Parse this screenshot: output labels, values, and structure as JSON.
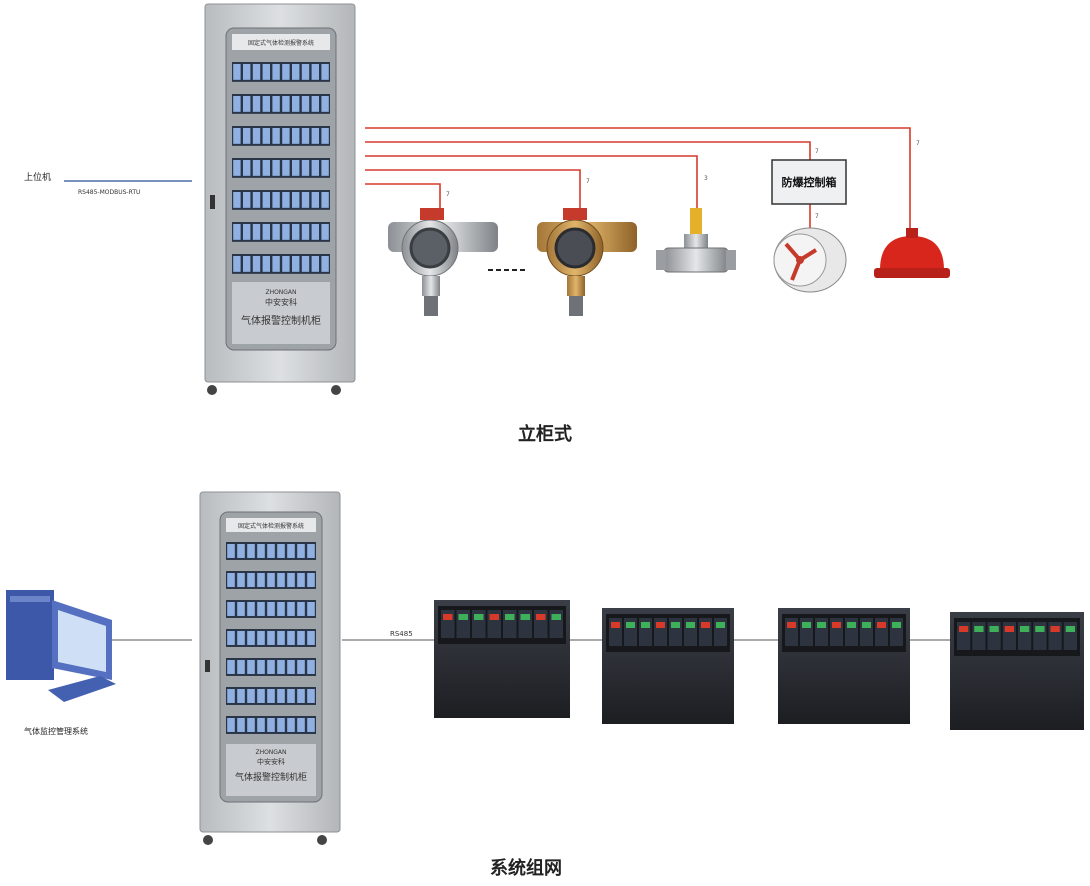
{
  "diagram1": {
    "title": "立柜式",
    "upper_pc_label": "上位机",
    "protocol_label": "RS485-MODBUS-RTU",
    "cabinet_header": "固定式气体检测报警系统",
    "cabinet_logo": "ZHONGAN",
    "cabinet_brand": "中安安科",
    "cabinet_name": "气体报警控制机柜",
    "control_box_label": "防爆控制箱",
    "wire_marks": [
      "7",
      "7",
      "3",
      "7",
      "7",
      "7"
    ]
  },
  "diagram2": {
    "title": "系统组网",
    "pc_label": "气体监控管理系统",
    "bus_label": "RS485",
    "cabinet_header": "固定式气体检测报警系统",
    "cabinet_logo": "ZHONGAN",
    "cabinet_brand": "中安安科",
    "cabinet_name": "气体报警控制机柜"
  },
  "colors": {
    "wire": "#d63a2c",
    "link": "#4a6fa8",
    "cabinet": "#cfd2d5",
    "panel_dark": "#2a2d33"
  }
}
